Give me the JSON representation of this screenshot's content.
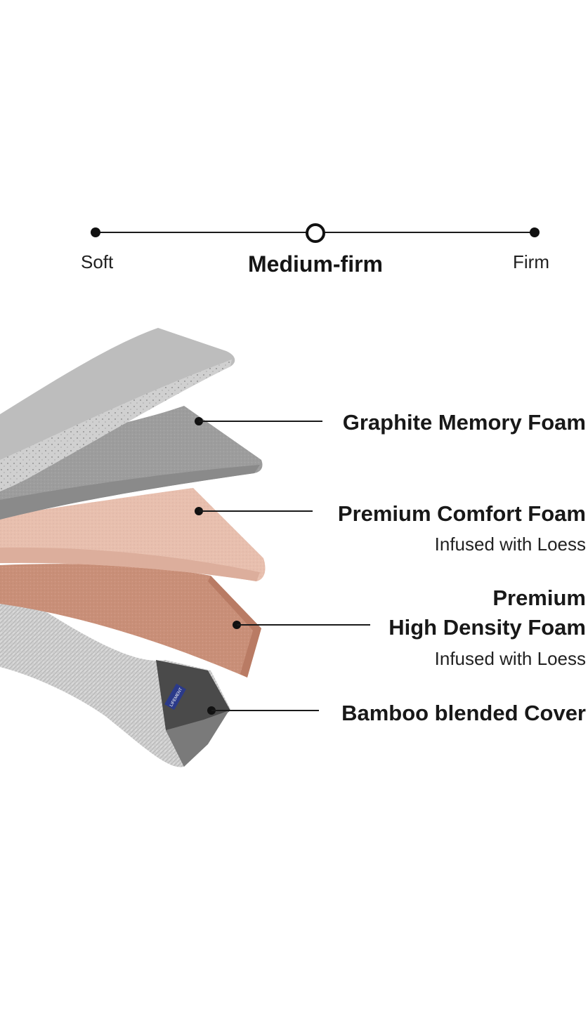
{
  "firmness_scale": {
    "min_label": "Soft",
    "max_label": "Firm",
    "selected_label": "Medium-firm",
    "selected_position": 0.5
  },
  "layers": [
    {
      "title": "Graphite Memory Foam",
      "title_line2": "",
      "subtitle": ""
    },
    {
      "title": "Premium Comfort Foam",
      "title_line2": "",
      "subtitle": "Infused with Loess"
    },
    {
      "title": "Premium",
      "title_line2": "High Density Foam",
      "subtitle": "Infused with Loess"
    },
    {
      "title": "Bamboo blended Cover",
      "title_line2": "",
      "subtitle": ""
    }
  ],
  "brand_tag": "LIFEMENT",
  "colors": {
    "graphite_foam": "#b9b9b9",
    "comfort_foam": "#e8bfae",
    "high_density_foam": "#c98f78",
    "cover": "#cfcfcf",
    "label_tag": "#2b3a8a",
    "text": "#1a1a1a"
  }
}
